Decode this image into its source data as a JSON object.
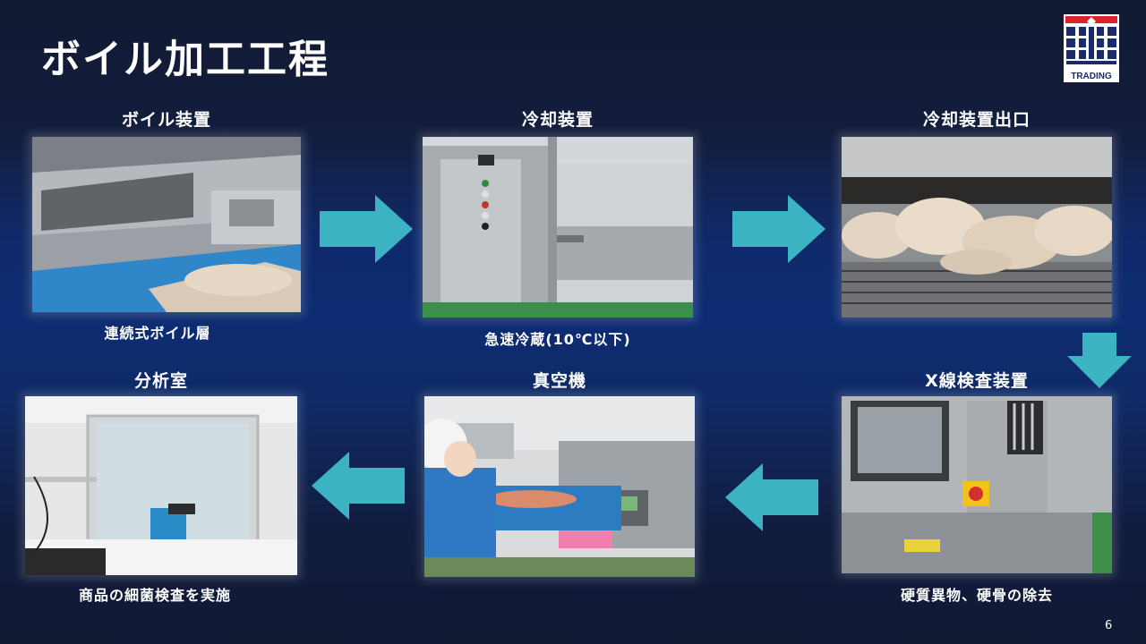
{
  "slide": {
    "title": "ボイル加工工程",
    "page_number": "6",
    "logo_text": "TRADING"
  },
  "colors": {
    "background_dark": "#121a33",
    "background_mid": "#0d2c72",
    "arrow": "#3bb3c3"
  },
  "steps": [
    {
      "label": "ボイル装置",
      "caption": "連続式ボイル層"
    },
    {
      "label": "冷却装置",
      "caption": "急速冷蔵(10℃以下)"
    },
    {
      "label": "冷却装置出口",
      "caption": ""
    },
    {
      "label": "X線検査装置",
      "caption": "硬質異物、硬骨の除去"
    },
    {
      "label": "真空機",
      "caption": ""
    },
    {
      "label": "分析室",
      "caption": "商品の細菌検査を実施"
    }
  ]
}
